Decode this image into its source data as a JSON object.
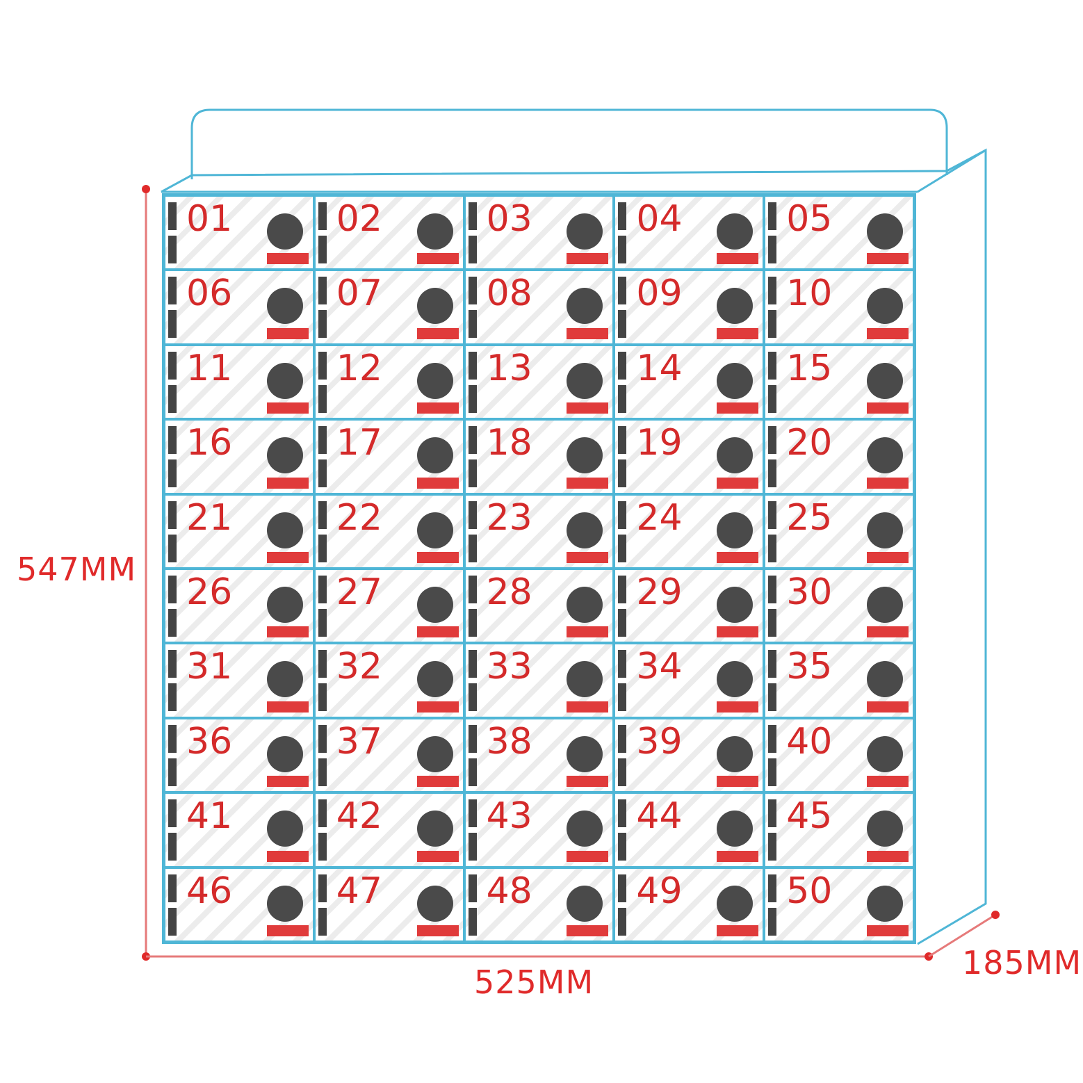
{
  "dimensions": {
    "height_label": "547MM",
    "width_label": "525MM",
    "depth_label": "185MM"
  },
  "grid": {
    "columns": 5,
    "rows": 10,
    "slots": [
      "01",
      "02",
      "03",
      "04",
      "05",
      "06",
      "07",
      "08",
      "09",
      "10",
      "11",
      "12",
      "13",
      "14",
      "15",
      "16",
      "17",
      "18",
      "19",
      "20",
      "21",
      "22",
      "23",
      "24",
      "25",
      "26",
      "27",
      "28",
      "29",
      "30",
      "31",
      "32",
      "33",
      "34",
      "35",
      "36",
      "37",
      "38",
      "39",
      "40",
      "41",
      "42",
      "43",
      "44",
      "45",
      "46",
      "47",
      "48",
      "49",
      "50"
    ]
  },
  "colors": {
    "outline": "#4fb6d6",
    "dimension": "#e02a2a",
    "number": "#d42a2a",
    "knob": "#4a4a4a",
    "tag": "#e03b3b"
  }
}
